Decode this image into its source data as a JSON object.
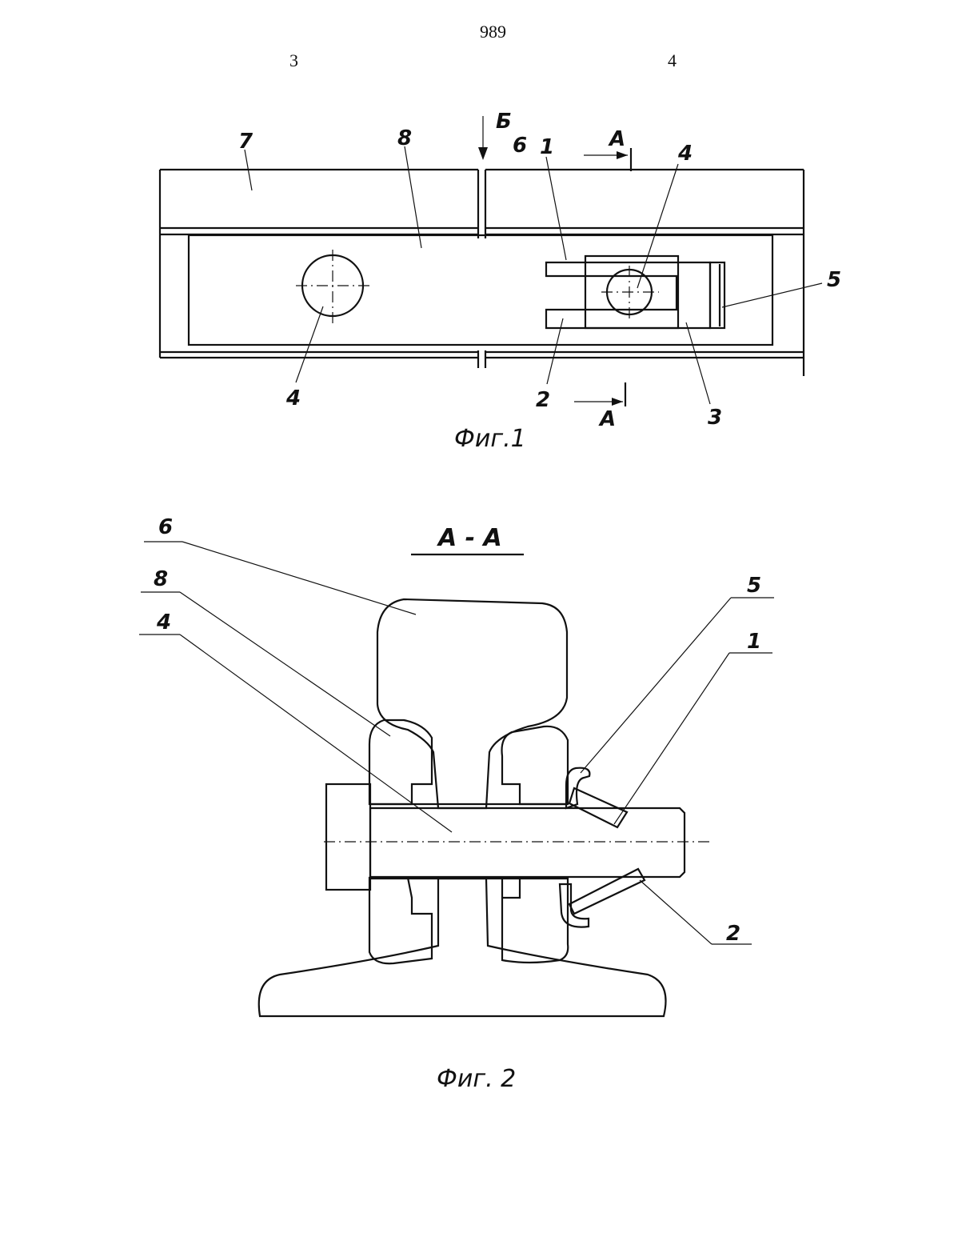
{
  "header": {
    "page_number": "989",
    "left_column": "3",
    "right_column": "4"
  },
  "fig1": {
    "caption": "Фиг.1",
    "labels": {
      "l7": "7",
      "l8": "8",
      "lB": "Б",
      "l6": "6",
      "l1": "1",
      "lA_top": "А",
      "l4_right": "4",
      "l5": "5",
      "l4_left": "4",
      "l2": "2",
      "lA_bottom": "А",
      "l3": "3"
    }
  },
  "fig2": {
    "caption": "Фиг. 2",
    "section_title": "А - А",
    "labels": {
      "l6": "6",
      "l8": "8",
      "l4": "4",
      "l5": "5",
      "l1": "1",
      "l2": "2"
    }
  }
}
